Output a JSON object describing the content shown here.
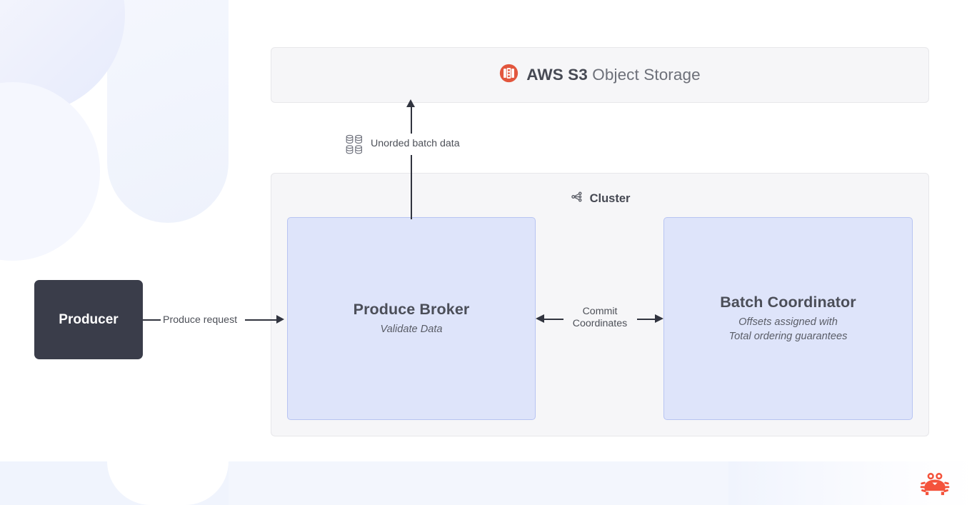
{
  "diagram": {
    "storage": {
      "icon": "aws-s3-bucket-icon",
      "brand": "AWS S3",
      "descriptor": "Object Storage"
    },
    "cluster": {
      "icon": "network-topology-icon",
      "label": "Cluster",
      "nodes": [
        {
          "id": "produce-broker",
          "title": "Produce Broker",
          "subtitle_lines": [
            "Validate Data"
          ]
        },
        {
          "id": "batch-coordinator",
          "title": "Batch Coordinator",
          "subtitle_lines": [
            "Offsets assigned with",
            "Total ordering guarantees"
          ]
        }
      ]
    },
    "producer": {
      "label": "Producer"
    },
    "edges": [
      {
        "id": "produce-request",
        "label": "Produce request",
        "from": "producer",
        "to": "produce-broker",
        "direction": "right"
      },
      {
        "id": "unordered-batch-data",
        "label": "Unorded batch data",
        "icon": "database-stack-icon",
        "from": "produce-broker",
        "to": "aws-s3",
        "direction": "up"
      },
      {
        "id": "commit-coordinates",
        "label_line_1": "Commit",
        "label_line_2": "Coordinates",
        "from": "produce-broker",
        "to": "batch-coordinator",
        "direction": "bidirectional"
      }
    ],
    "watermark": {
      "icon": "crab-logo"
    },
    "colors": {
      "canvas": "#ffffff",
      "container_fill": "#f6f6f8",
      "container_border": "#e7e7ea",
      "node_fill": "#dee4fa",
      "node_border": "#b8c4f2",
      "producer_fill": "#3a3d4a",
      "edge_stroke": "#31343f",
      "s3_brand": "#e2563d",
      "crab": "#f4533c",
      "decor_blue": "#f0f4fd"
    }
  }
}
